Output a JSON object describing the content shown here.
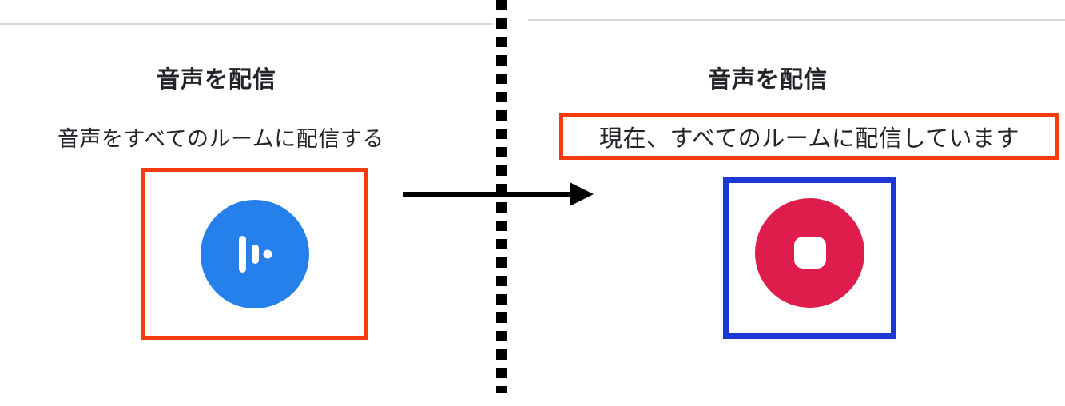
{
  "diagram": {
    "before": {
      "title": "音声を配信",
      "description": "音声をすべてのルームに配信する",
      "button_icon": "voice-broadcast-icon",
      "button_color": "#2680eb",
      "highlight_color": "#f43b0b"
    },
    "after": {
      "title": "音声を配信",
      "status": "現在、すべてのルームに配信しています",
      "button_icon": "stop-icon",
      "button_color": "#de1d4c",
      "status_highlight_color": "#f43b0b",
      "button_highlight_color": "#1c39d6"
    },
    "annotations": {
      "arrow_direction": "left-to-right",
      "arrow_color": "#000000",
      "divider_style": "vertical-dotted-black"
    }
  }
}
